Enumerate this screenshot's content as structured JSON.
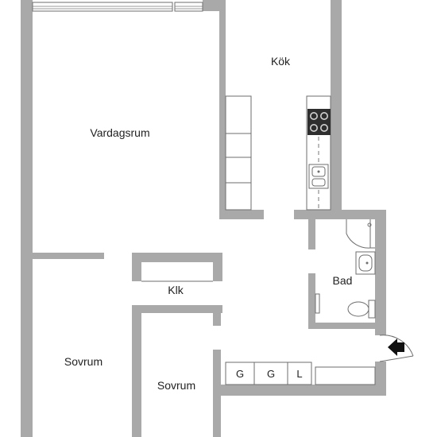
{
  "rooms": {
    "kitchen": "Kök",
    "living_room": "Vardagsrum",
    "closet": "Klk",
    "bathroom": "Bad",
    "bedroom_left": "Sovrum",
    "bedroom_right": "Sovrum"
  },
  "storage": {
    "g1": "G",
    "g2": "G",
    "l": "L"
  },
  "colors": {
    "wall": "#a9a9a9",
    "wall_edge": "#6e6e6e",
    "background": "#ffffff"
  },
  "icons": {
    "entrance": "arrow-left-icon",
    "stove": "stove-icon",
    "sink": "sink-icon",
    "toilet": "toilet-icon",
    "shower": "shower-icon"
  }
}
